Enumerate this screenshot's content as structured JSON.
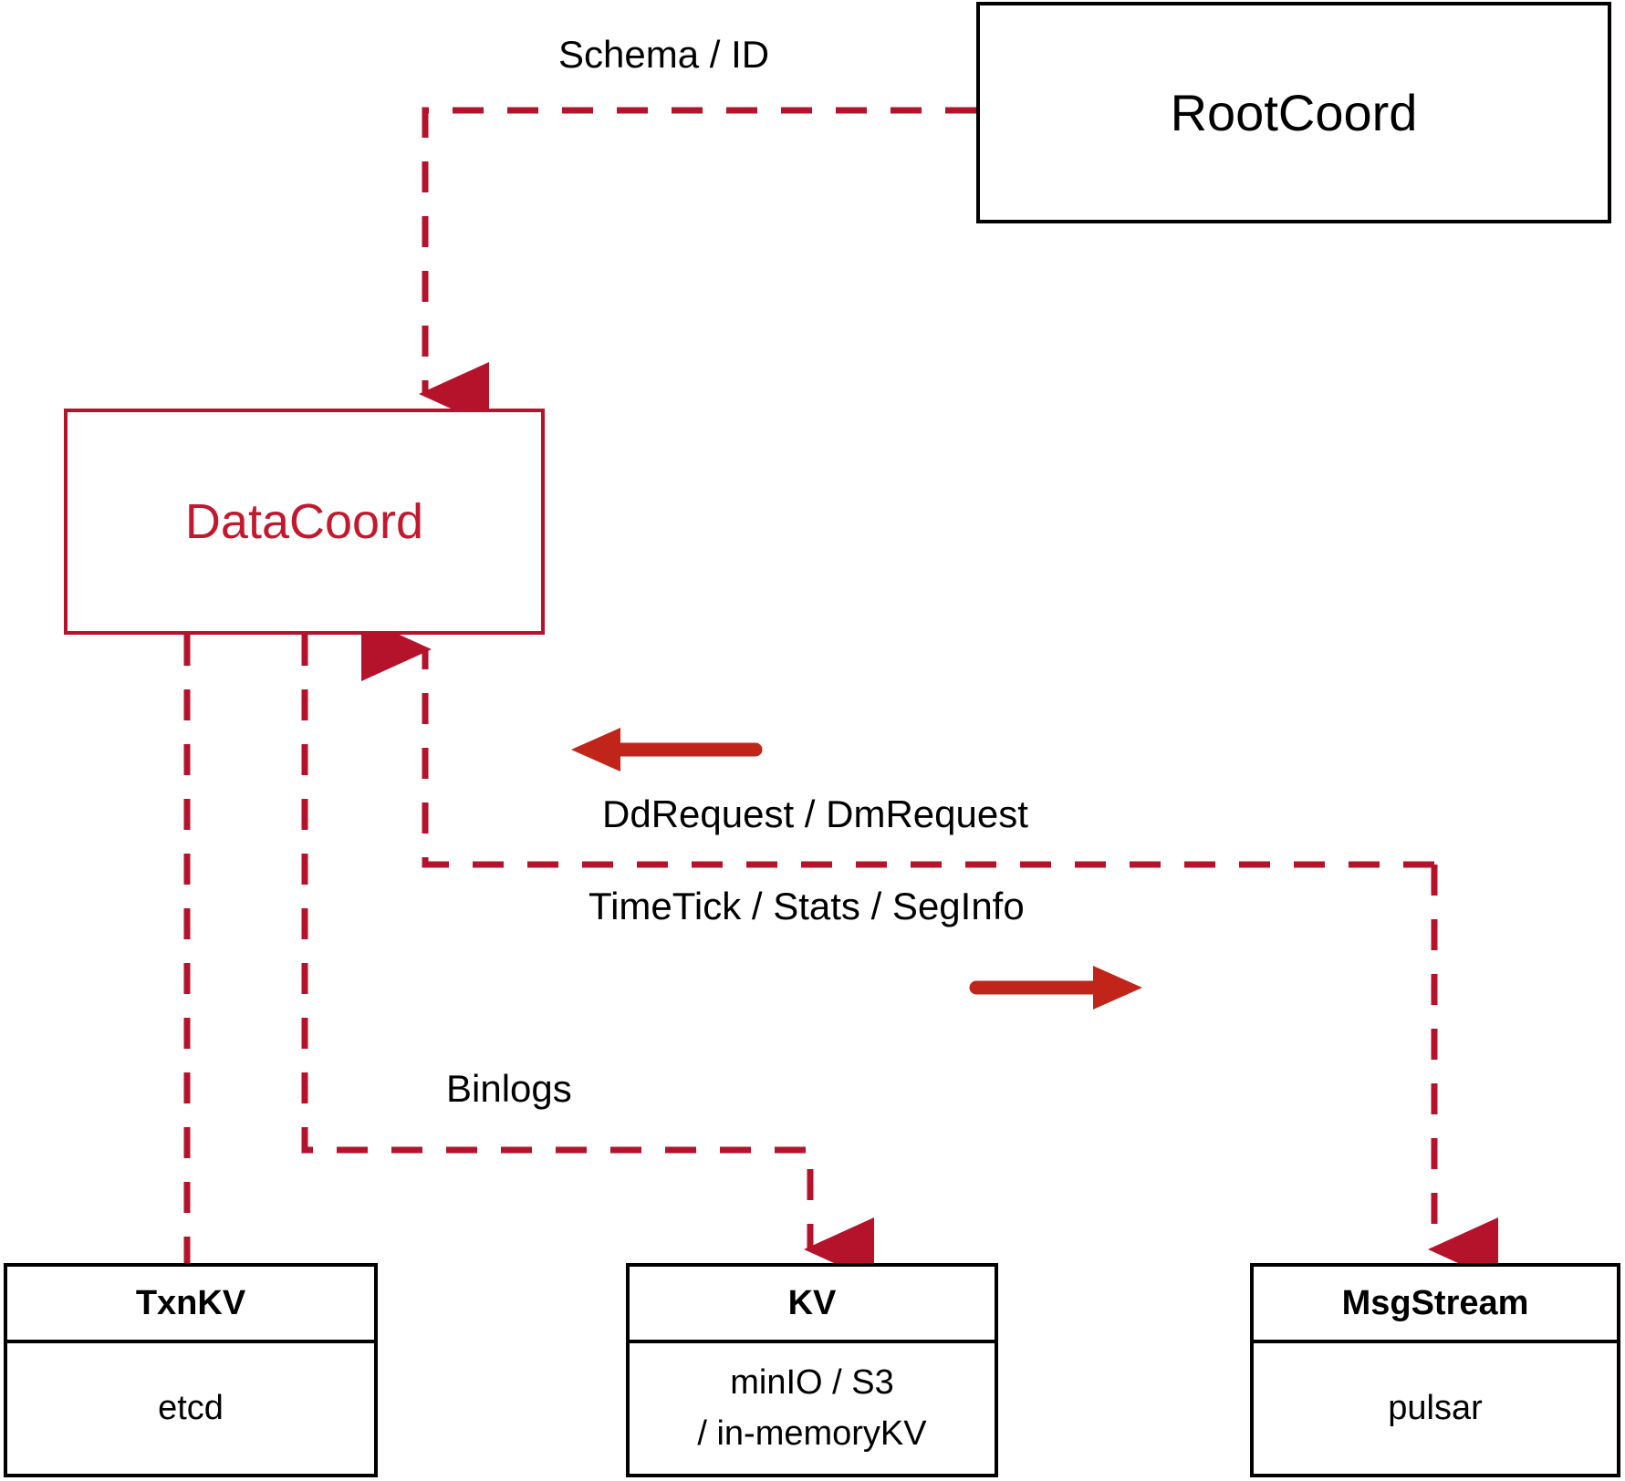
{
  "diagram": {
    "title": "DataCoord component interaction diagram",
    "colors": {
      "dashed_red": "#B5132C",
      "solid_red": "#C1251A",
      "node_black": "#000000",
      "datacoord_text": "#C2192E",
      "background": "#FFFFFF"
    },
    "nodes": {
      "rootcoord": {
        "label": "RootCoord"
      },
      "datacoord": {
        "label": "DataCoord"
      },
      "txnkv": {
        "title": "TxnKV",
        "lines": [
          "etcd"
        ]
      },
      "kv": {
        "title": "KV",
        "lines": [
          "minIO / S3",
          "/ in-memoryKV"
        ]
      },
      "msgstream": {
        "title": "MsgStream",
        "lines": [
          "pulsar"
        ]
      }
    },
    "edge_labels": {
      "schema_id": "Schema / ID",
      "dd_dm_request": "DdRequest / DmRequest",
      "timetick_stats_seginfo": "TimeTick / Stats / SegInfo",
      "binlogs": "Binlogs"
    },
    "edges": [
      {
        "name": "rootcoord-to-datacoord",
        "label": "Schema / ID",
        "style": "dashed",
        "from": "rootcoord",
        "to": "datacoord",
        "arrow": "to-datacoord"
      },
      {
        "name": "datacoord-to-txnkv",
        "label": "",
        "style": "dashed",
        "from": "datacoord",
        "to": "txnkv",
        "arrow": "none"
      },
      {
        "name": "datacoord-to-kv",
        "label": "Binlogs",
        "style": "dashed",
        "from": "datacoord",
        "to": "kv",
        "arrow": "to-kv"
      },
      {
        "name": "msgstream-to-datacoord",
        "label": "TimeTick / Stats / SegInfo",
        "style": "dashed",
        "from": "msgstream",
        "to": "datacoord",
        "arrow": "to-datacoord"
      },
      {
        "name": "datacoord-to-msgstream",
        "label": "DdRequest / DmRequest",
        "style": "dashed",
        "from": "datacoord",
        "to": "msgstream",
        "arrow": "to-msgstream"
      },
      {
        "name": "direction-marker-left",
        "label": "DdRequest / DmRequest",
        "style": "solid",
        "arrow": "left"
      },
      {
        "name": "direction-marker-right",
        "label": "TimeTick / Stats / SegInfo",
        "style": "solid",
        "arrow": "right"
      }
    ]
  }
}
